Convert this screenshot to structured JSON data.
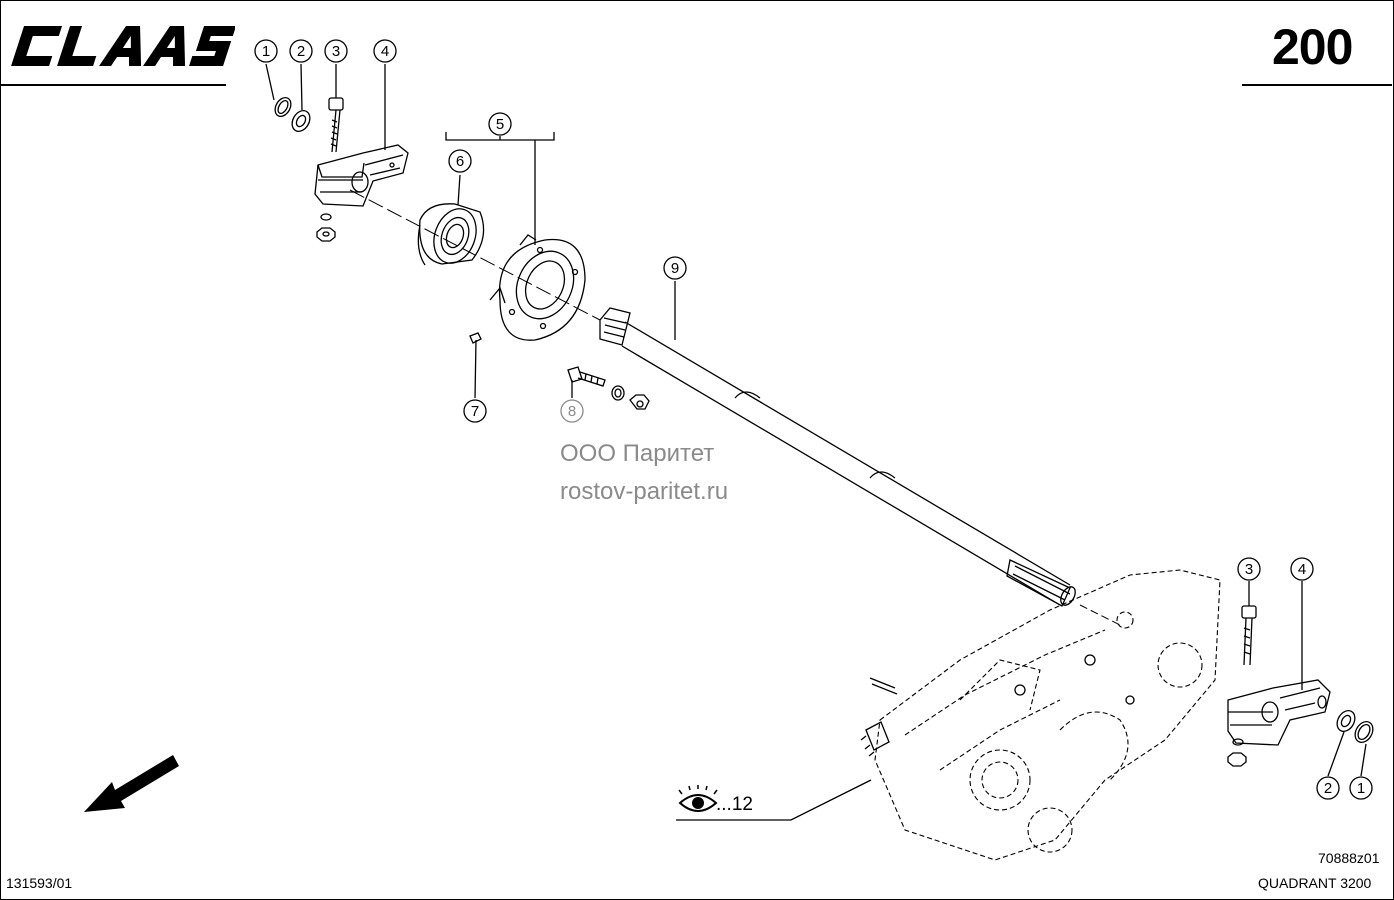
{
  "header": {
    "brand": "CLAAS",
    "page_number": "200"
  },
  "watermark": {
    "line1": "ООО Паритет",
    "line2": "rostov-paritet.ru"
  },
  "footer": {
    "drawing_id": "131593/01",
    "doc_code": "70888z01",
    "model": "QUADRANT 3200"
  },
  "reference": {
    "text": "...12",
    "icon": "eye-icon"
  },
  "callouts": [
    {
      "num": "1"
    },
    {
      "num": "2"
    },
    {
      "num": "3"
    },
    {
      "num": "4"
    },
    {
      "num": "5"
    },
    {
      "num": "6"
    },
    {
      "num": "9"
    },
    {
      "num": "7"
    },
    {
      "num": "8"
    },
    {
      "num": "3"
    },
    {
      "num": "4"
    },
    {
      "num": "2"
    },
    {
      "num": "1"
    }
  ],
  "colors": {
    "ink": "#000000",
    "watermark": "#8a8a8a"
  }
}
